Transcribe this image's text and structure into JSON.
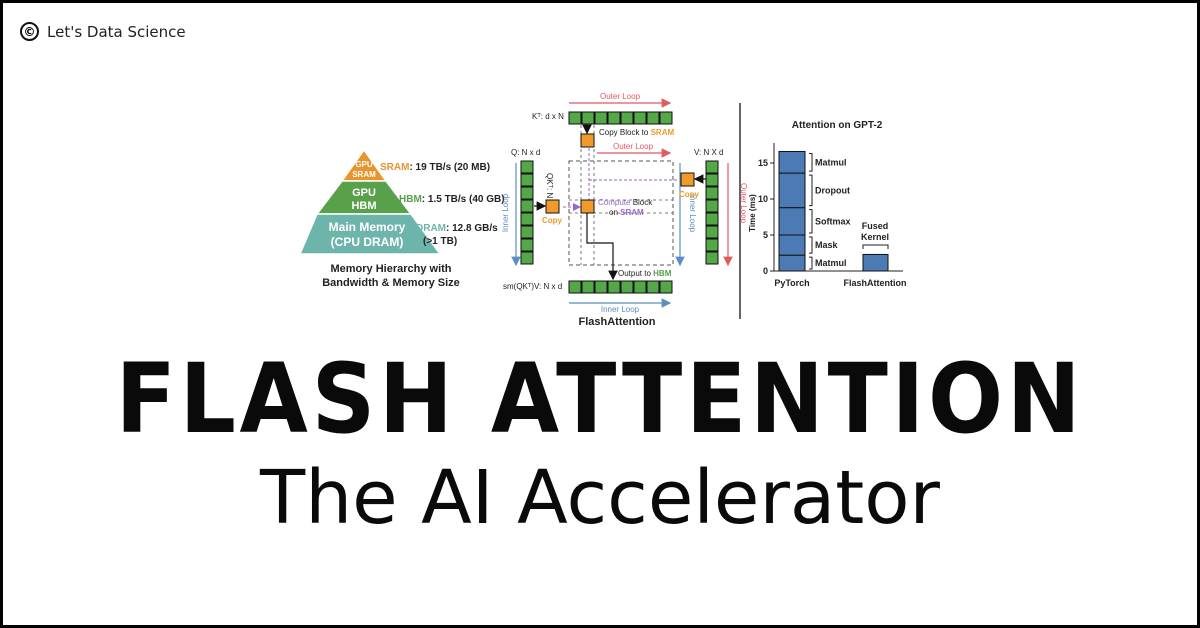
{
  "brand": {
    "symbol": "©",
    "name": "Let's Data Science"
  },
  "pyramid": {
    "tiers": [
      {
        "label": [
          "GPU",
          "SRAM"
        ],
        "color": "#e8952d"
      },
      {
        "label": [
          "GPU",
          "HBM"
        ],
        "color": "#58a04a"
      },
      {
        "label": [
          "Main Memory",
          "(CPU DRAM)"
        ],
        "color": "#6db5aa"
      }
    ],
    "specs": [
      {
        "name": "SRAM",
        "value": ": 19 TB/s (20 MB)",
        "color": "#e8952d"
      },
      {
        "name": "HBM",
        "value": ": 1.5 TB/s (40 GB)",
        "color": "#58a04a"
      },
      {
        "name": "DRAM",
        "value": ": 12.8 GB/s",
        "extra": "(>1 TB)",
        "color": "#6db5aa"
      }
    ],
    "caption": [
      "Memory Hierarchy with",
      "Bandwidth & Memory Size"
    ]
  },
  "flash": {
    "kt_label": "Kᵀ: d x N",
    "q_label": "Q: N x d",
    "qk_label": "QKᵀ: N x N",
    "v_label": "V: N X d",
    "out_label": "sm(QKᵀ)V: N x d",
    "outer_loop": "Outer Loop",
    "inner_loop": "Inner Loop",
    "copy": "Copy",
    "copy_block_prefix": "Copy Block to ",
    "copy_block_target": "SRAM",
    "compute_prefix": "Compute",
    "compute_suffix": " Block",
    "compute_on": "on ",
    "compute_target": "SRAM",
    "output_prefix": "Output to ",
    "output_target": "HBM",
    "caption": "FlashAttention",
    "colors": {
      "block": "#55a848",
      "copy": "#f09a2a",
      "outer": "#e0595f",
      "inner": "#5b8ec4",
      "compute": "#9a66c2"
    }
  },
  "chart_data": {
    "type": "bar",
    "title": "Attention on GPT-2",
    "ylabel": "Time (ms)",
    "categories": [
      "PyTorch",
      "FlashAttention"
    ],
    "ylim": [
      0,
      17
    ],
    "yticks": [
      0,
      5,
      10,
      15
    ],
    "stacks": [
      {
        "category": "PyTorch",
        "segments": [
          {
            "name": "Matmul",
            "value": 2.2
          },
          {
            "name": "Mask",
            "value": 2.8
          },
          {
            "name": "Softmax",
            "value": 3.8
          },
          {
            "name": "Dropout",
            "value": 4.8
          },
          {
            "name": "Matmul",
            "value": 3.0
          }
        ]
      },
      {
        "category": "FlashAttention",
        "segments": [
          {
            "name": "Fused Kernel",
            "value": 2.3
          }
        ]
      }
    ],
    "bar_color": "#4c7ab5",
    "fused_label": [
      "Fused",
      "Kernel"
    ]
  },
  "headline": {
    "title": "FLASH ATTENTION",
    "subtitle": "The AI Accelerator"
  }
}
